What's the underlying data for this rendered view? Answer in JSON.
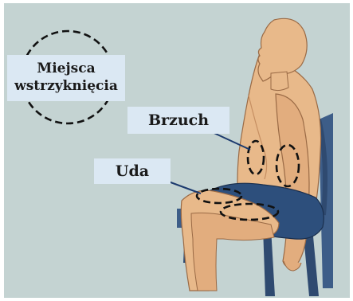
{
  "labels": {
    "injection_sites_line1": "Miejsca",
    "injection_sites_line2": "wstrzyknięcia",
    "abdomen": "Brzuch",
    "thighs": "Uda"
  },
  "colors": {
    "background": "#c4d3d2",
    "label_box": "#dbe8f3",
    "skin": "#e8b98a",
    "skin_shadow": "#d79f70",
    "shorts": "#2d4f7c",
    "chair": "#3d5d88",
    "outline": "#1a1a1a",
    "pointer_line": "#1c3a6e"
  }
}
